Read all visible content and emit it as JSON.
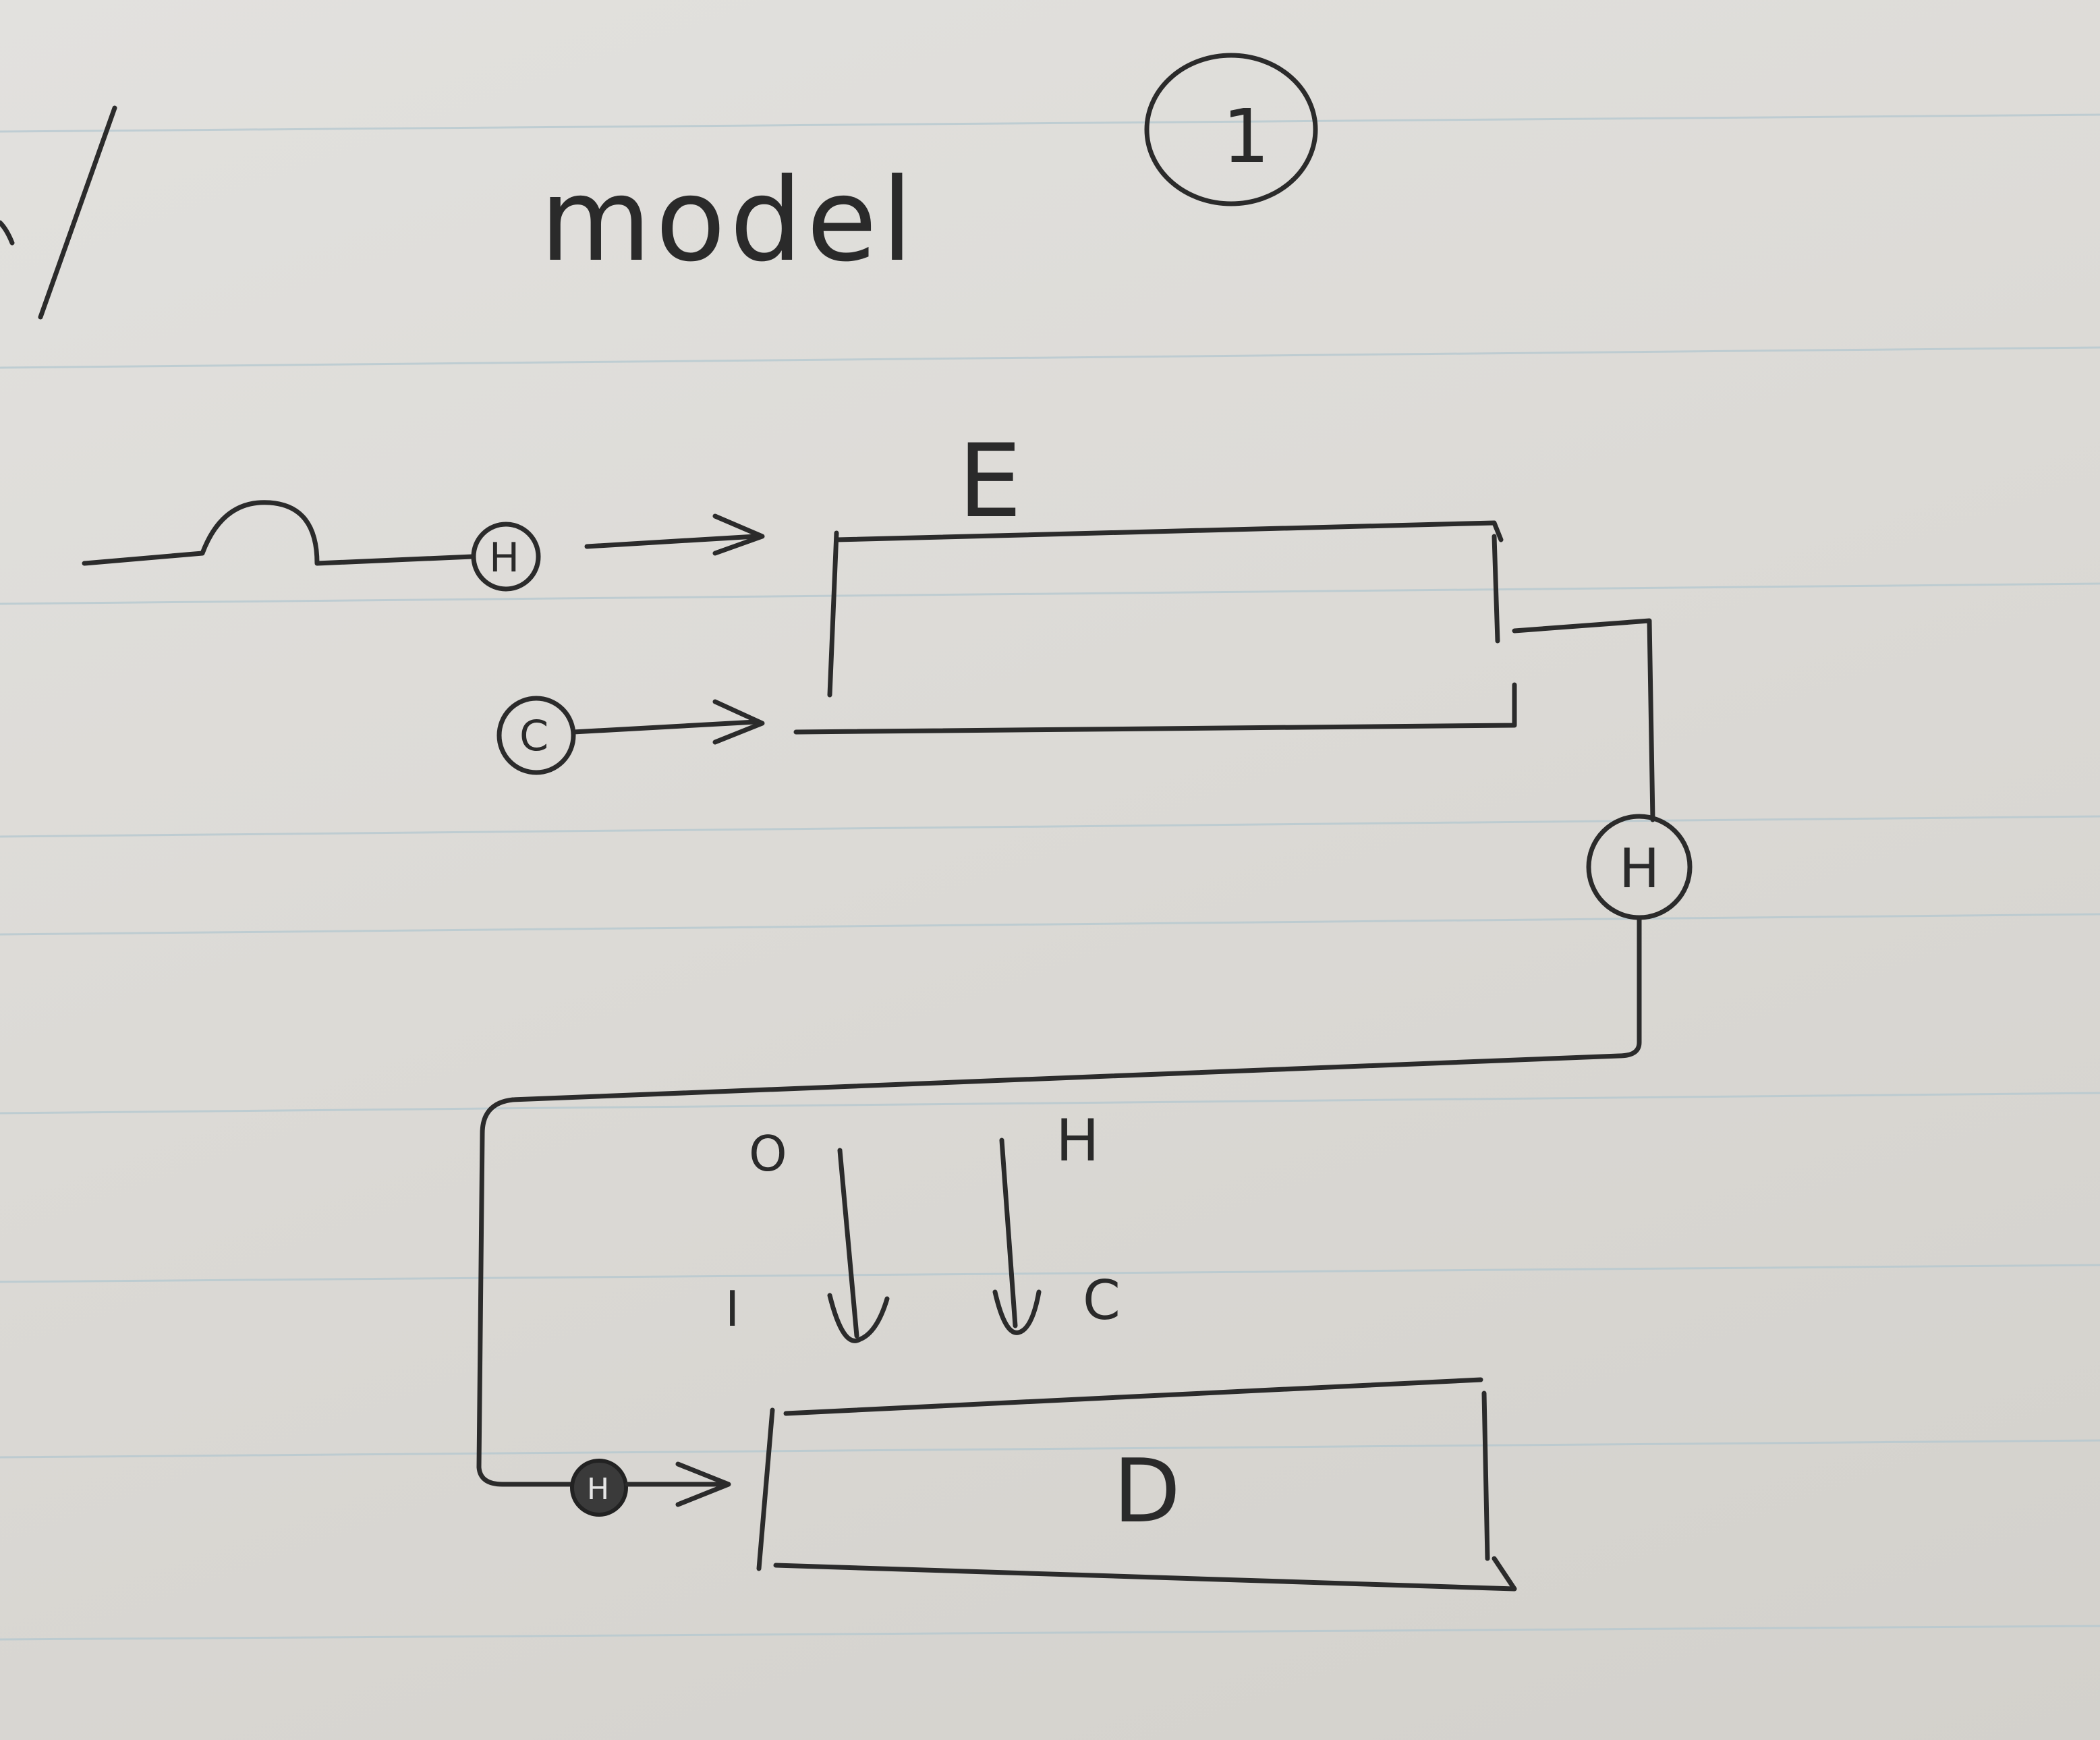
{
  "title": "model",
  "model_number": "1",
  "encoder": {
    "label": "E"
  },
  "decoder": {
    "label": "D"
  },
  "inputs": {
    "hidden_state": "H",
    "cell_state": "C"
  },
  "transfer_state": "H",
  "decoder_input": "H",
  "decoder_annotations": {
    "o": "O",
    "i": "I",
    "h": "H",
    "c": "C"
  }
}
